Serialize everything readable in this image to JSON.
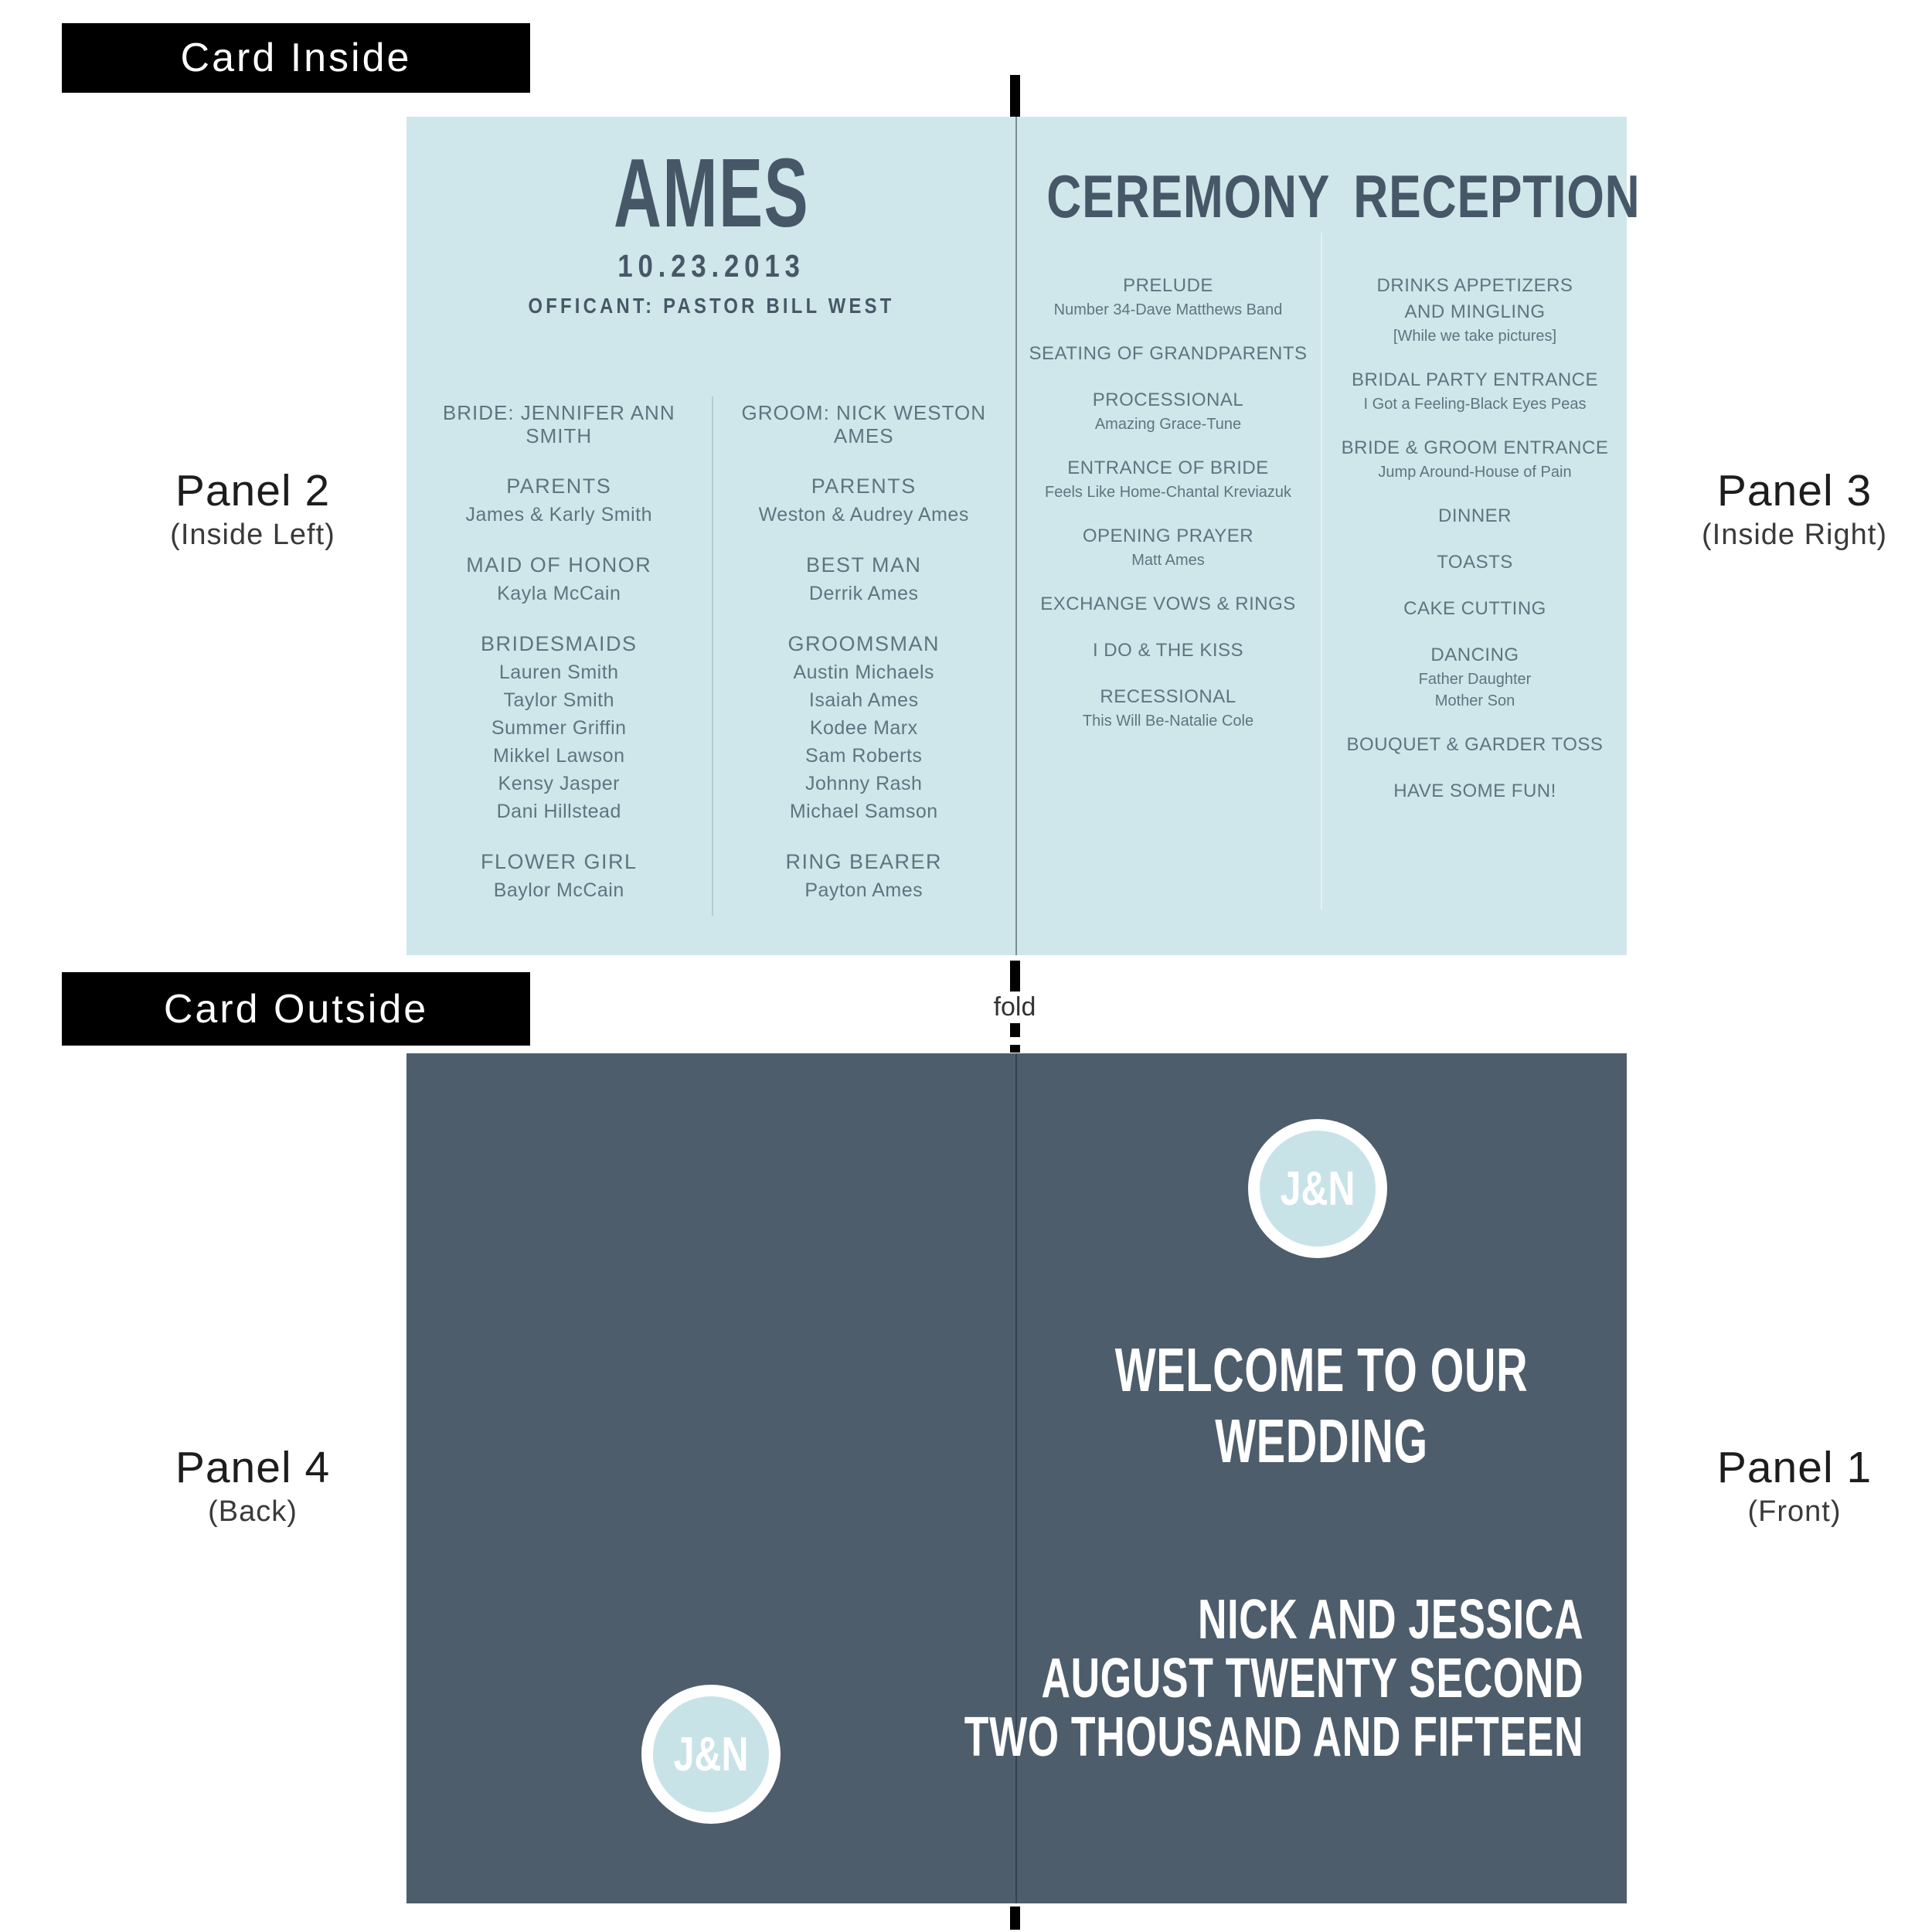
{
  "section_labels": {
    "inside": "Card Inside",
    "outside": "Card Outside",
    "fold": "fold"
  },
  "panel_tags": {
    "panel2": {
      "title": "Panel 2",
      "subtitle": "(Inside Left)"
    },
    "panel3": {
      "title": "Panel 3",
      "subtitle": "(Inside Right)"
    },
    "panel4": {
      "title": "Panel 4",
      "subtitle": "(Back)"
    },
    "panel1": {
      "title": "Panel 1",
      "subtitle": "(Front)"
    }
  },
  "card_inside": {
    "family_name": "AMES",
    "wedding_date": "10.23.2013",
    "officiant_line": "OFFICANT: PASTOR BILL WEST",
    "bride_column": {
      "header": "BRIDE: JENNIFER ANN SMITH",
      "groups": [
        {
          "role": "PARENTS",
          "names": [
            "James & Karly Smith"
          ]
        },
        {
          "role": "MAID OF HONOR",
          "names": [
            "Kayla McCain"
          ]
        },
        {
          "role": "BRIDESMAIDS",
          "names": [
            "Lauren Smith",
            "Taylor Smith",
            "Summer Griffin",
            "Mikkel Lawson",
            "Kensy Jasper",
            "Dani Hillstead"
          ]
        },
        {
          "role": "FLOWER GIRL",
          "names": [
            "Baylor McCain"
          ]
        }
      ]
    },
    "groom_column": {
      "header": "GROOM: NICK WESTON AMES",
      "groups": [
        {
          "role": "PARENTS",
          "names": [
            "Weston & Audrey Ames"
          ]
        },
        {
          "role": "BEST MAN",
          "names": [
            "Derrik Ames"
          ]
        },
        {
          "role": "GROOMSMAN",
          "names": [
            "Austin Michaels",
            "Isaiah Ames",
            "Kodee Marx",
            "Sam Roberts",
            "Johnny Rash",
            "Michael Samson"
          ]
        },
        {
          "role": "RING BEARER",
          "names": [
            "Payton Ames"
          ]
        }
      ]
    },
    "ceremony": {
      "title": "CEREMONY",
      "items": [
        {
          "titles": [
            "PRELUDE"
          ],
          "subs": [
            "Number 34-Dave Matthews Band"
          ]
        },
        {
          "titles": [
            "SEATING OF GRANDPARENTS"
          ],
          "subs": []
        },
        {
          "titles": [
            "PROCESSIONAL"
          ],
          "subs": [
            "Amazing Grace-Tune"
          ]
        },
        {
          "titles": [
            "ENTRANCE OF BRIDE"
          ],
          "subs": [
            "Feels Like Home-Chantal Kreviazuk"
          ]
        },
        {
          "titles": [
            "OPENING PRAYER"
          ],
          "subs": [
            "Matt Ames"
          ]
        },
        {
          "titles": [
            "EXCHANGE VOWS & RINGS"
          ],
          "subs": []
        },
        {
          "titles": [
            "I DO & THE KISS"
          ],
          "subs": []
        },
        {
          "titles": [
            "RECESSIONAL"
          ],
          "subs": [
            "This Will Be-Natalie Cole"
          ]
        }
      ]
    },
    "reception": {
      "title": "RECEPTION",
      "items": [
        {
          "titles": [
            "DRINKS APPETIZERS",
            "AND MINGLING"
          ],
          "subs": [
            "[While we take pictures]"
          ]
        },
        {
          "titles": [
            "BRIDAL PARTY ENTRANCE"
          ],
          "subs": [
            "I Got a Feeling-Black Eyes Peas"
          ]
        },
        {
          "titles": [
            "BRIDE & GROOM ENTRANCE"
          ],
          "subs": [
            "Jump Around-House of Pain"
          ]
        },
        {
          "titles": [
            "DINNER"
          ],
          "subs": []
        },
        {
          "titles": [
            "TOASTS"
          ],
          "subs": []
        },
        {
          "titles": [
            "CAKE CUTTING"
          ],
          "subs": []
        },
        {
          "titles": [
            "DANCING"
          ],
          "subs": [
            "Father Daughter",
            "Mother Son"
          ]
        },
        {
          "titles": [
            "BOUQUET & GARDER TOSS"
          ],
          "subs": []
        },
        {
          "titles": [
            "HAVE SOME FUN!"
          ],
          "subs": []
        }
      ]
    }
  },
  "card_outside": {
    "monogram": "J&N",
    "front_heading": "WELCOME TO OUR WEDDING",
    "front_lines": [
      "NICK AND JESSICA",
      "AUGUST TWENTY SECOND",
      "TWO THOUSAND AND FIFTEEN"
    ]
  },
  "colors": {
    "card_inside_bg": "#cfe7ea",
    "card_outside_bg": "#4e5d6b",
    "title_text": "#465868",
    "body_text": "#5d7580",
    "monogram_circle": "#c8e3e7",
    "label_bg": "#000000",
    "label_text": "#ffffff"
  }
}
